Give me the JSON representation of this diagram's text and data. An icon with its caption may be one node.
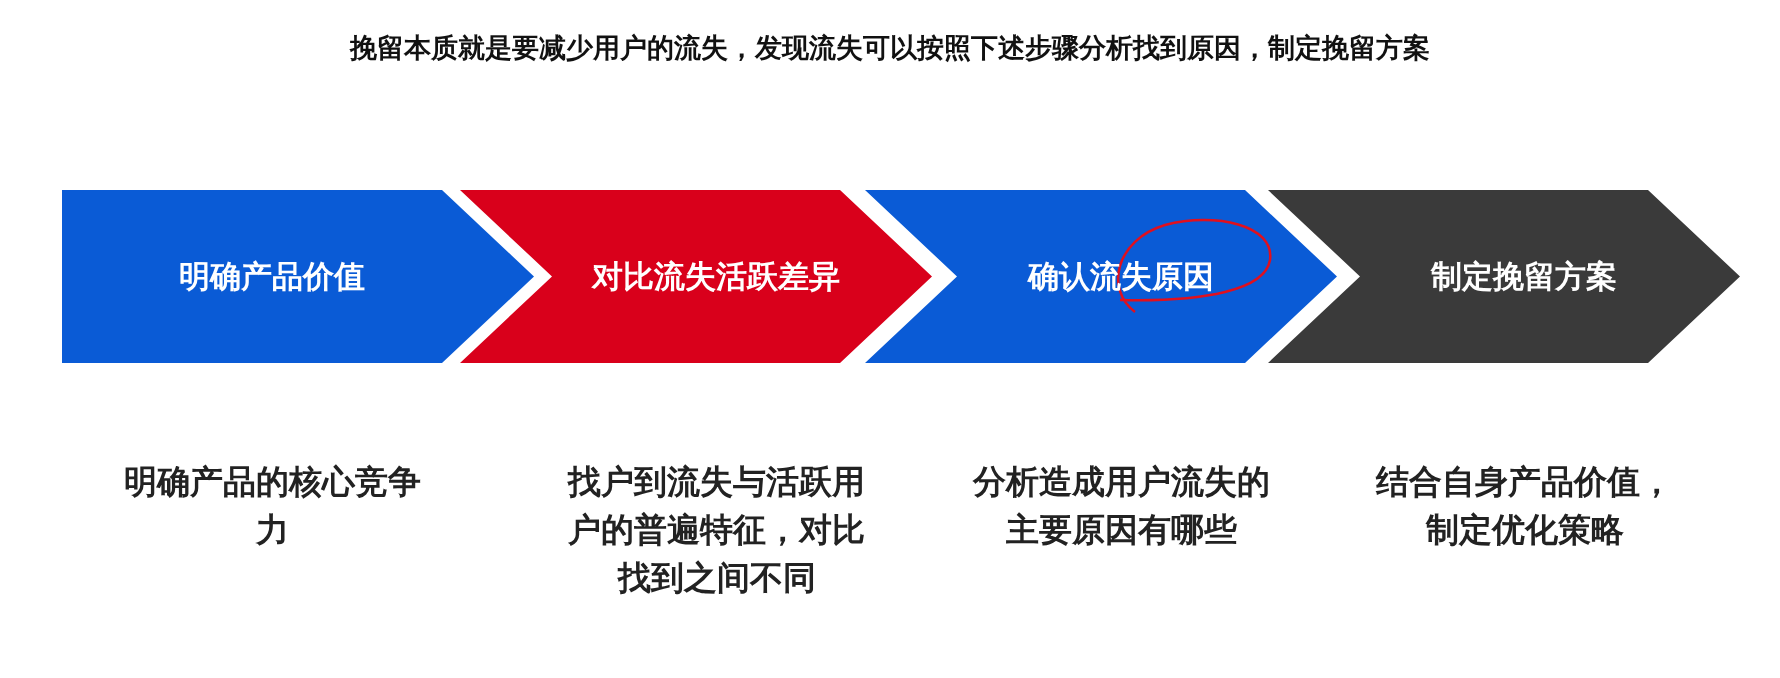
{
  "diagram": {
    "title": "挽留本质就是要减少用户的流失，发现流失可以按照下述步骤分析找到原因，制定挽留方案",
    "nodes": [
      {
        "text": [
          "明确产品价值"
        ],
        "beside": [
          "明确产品的核心竞争力"
        ]
      },
      {
        "text": [
          "对比流失活跃差异"
        ],
        "beside": [
          "找户到流失与活跃用户的普遍特征，对比找到之间不同"
        ]
      },
      {
        "text": [
          "确认流失原因"
        ],
        "beside": [
          "分析造成用户流失的主要原因有哪些"
        ]
      },
      {
        "text": [
          "制定挽留方案"
        ],
        "beside": [
          "结合自身产品价值，制定优化策略"
        ]
      }
    ]
  }
}
